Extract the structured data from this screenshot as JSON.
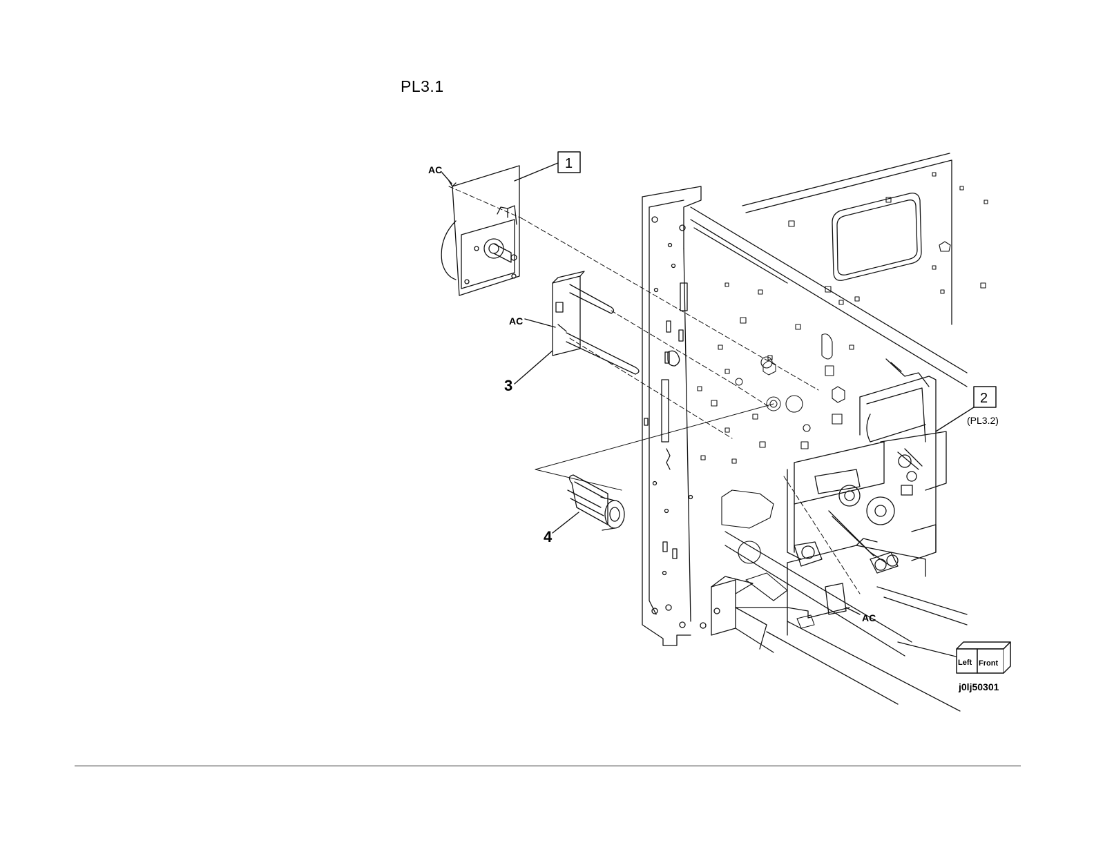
{
  "page": {
    "plate_title": "PL3.1",
    "figure_id": "j0lj50301"
  },
  "callouts": [
    {
      "item": "1",
      "boxed": true
    },
    {
      "item": "2",
      "boxed": true,
      "reference": "(PL3.2)"
    },
    {
      "item": "3",
      "boxed": false
    },
    {
      "item": "4",
      "boxed": false
    }
  ],
  "labels": {
    "ac_1": "AC",
    "ac_2": "AC",
    "ac_3": "AC"
  },
  "orientation_cube": {
    "left": "Left",
    "front": "Front"
  }
}
